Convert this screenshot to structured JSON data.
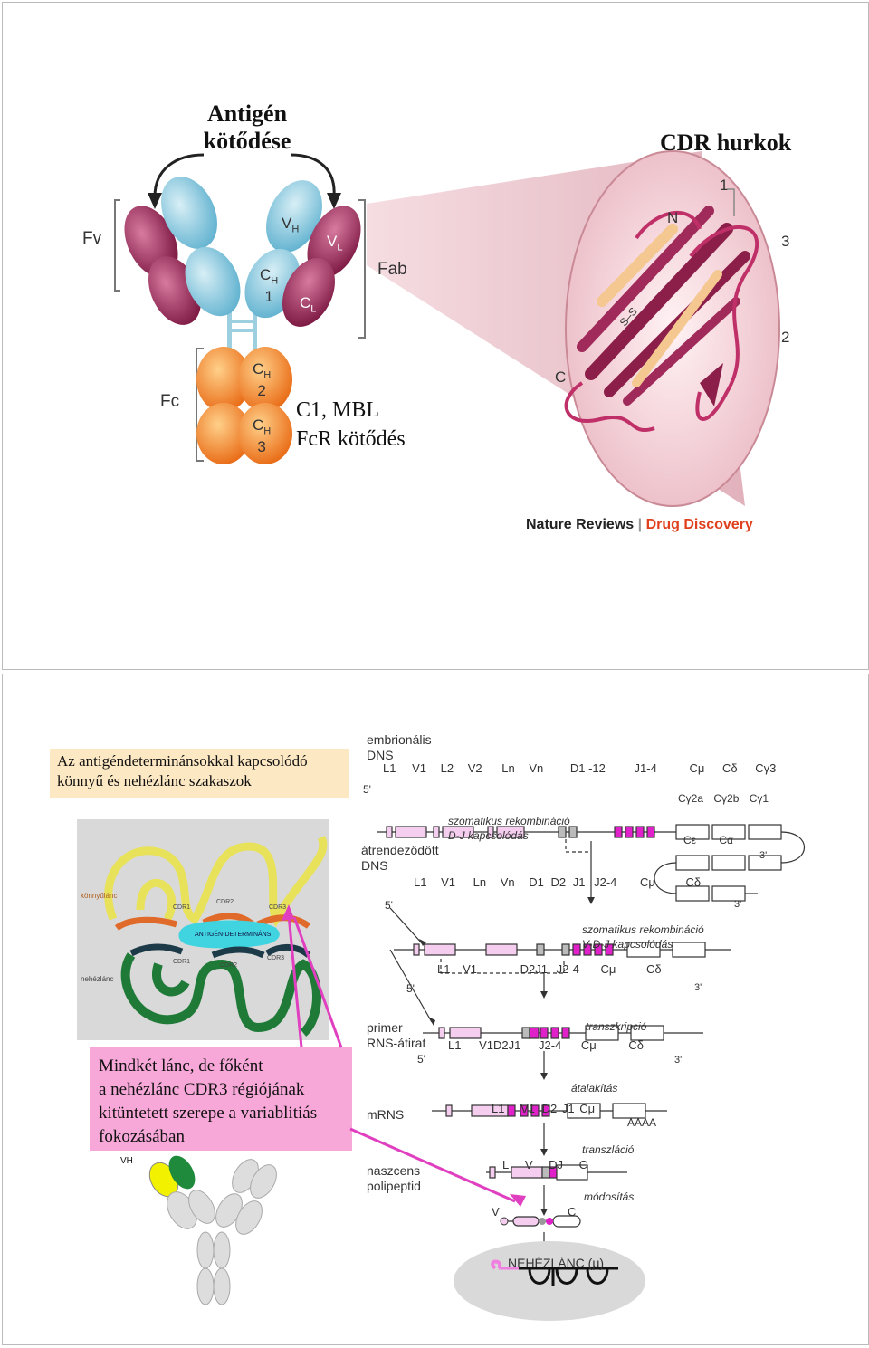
{
  "slide1": {
    "antigen_label_line1": "Antigén",
    "antigen_label_line2": "kötődése",
    "cdr_title": "CDR hurkok",
    "fv_label": "Fv",
    "fab_label": "Fab",
    "fc_label": "Fc",
    "vh": "V",
    "vh_sub": "H",
    "vl": "V",
    "vl_sub": "L",
    "ch1": "C",
    "ch1_sub": "H",
    "ch1_num": "1",
    "cl": "C",
    "cl_sub": "L",
    "ch2": "C",
    "ch2_sub": "H",
    "ch2_num": "2",
    "ch3": "C",
    "ch3_sub": "H",
    "ch3_num": "3",
    "binding_line1": "C1, MBL",
    "binding_line2": "FcR kötődés",
    "loop_1": "1",
    "loop_2": "2",
    "loop_3": "3",
    "n_term": "N",
    "c_term": "C",
    "ss": "S–S",
    "credit_a": "Nature Reviews",
    "credit_sep": "|",
    "credit_b": "Drug Discovery",
    "colors": {
      "variable_heavy": "#8ec8dc",
      "variable_light": "#8c1f4a",
      "fc": "#f07a20",
      "credit_b": "#e0401e"
    }
  },
  "slide2": {
    "header_line1": "Az antigéndeterminánsokkal kapcsolódó",
    "header_line2": "könnyű és nehézlánc szakaszok",
    "note_line1": "Mindkét lánc, de főként",
    "note_line2": "a nehézlánc CDR3  régiójának",
    "note_line3": "kitüntetett szerepe a variablitiás",
    "note_line4": "fokozásában",
    "light_chain_label": "könnyűlánc",
    "heavy_chain_label": "nehézlánc",
    "cdr1_top": "CDR1",
    "cdr2_top": "CDR2",
    "cdr3_top": "CDR3",
    "cdr1_bottom": "CDR1",
    "cdr2_bottom": "CDR2",
    "cdr3_bottom": "CDR3",
    "antigen_determinant": "ANTIGÉN-DETERMINÁNS",
    "vh_small": "VH",
    "emb_line1": "embrionális",
    "emb_line2": "DNS",
    "row1_segments": [
      "L1",
      "V1",
      "L2",
      "V2",
      "Ln",
      "Vn",
      "D1 -12",
      "J1-4",
      "Cμ",
      "Cδ",
      "Cγ3"
    ],
    "row1b_segments": [
      "Cγ2a",
      "Cγ2b",
      "Cγ1"
    ],
    "row1c_segments": [
      "Cε",
      "Cα"
    ],
    "step1_line1": "szomatikus rekombináció",
    "step1_line2": "D-J kapcsolódás",
    "rearr_line1": "átrendeződött",
    "rearr_line2": "DNS",
    "row2_segments": [
      "L1",
      "V1",
      "Ln",
      "Vn",
      "D1",
      "D2",
      "J1",
      "J2-4",
      "Cμ",
      "Cδ"
    ],
    "step2_line1": "szomatikus rekombináció",
    "step2_line2": "V-D-J kapcsolódás",
    "row3_segments": [
      "L1",
      "V1",
      "D2J1",
      "J2-4",
      "Cμ",
      "Cδ"
    ],
    "prim_line1": "primer",
    "prim_line2": "RNS-átirat",
    "transcription": "transzkripció",
    "row4_segments": [
      "L1",
      "V1D2J1",
      "J2-4",
      "Cμ",
      "Cδ"
    ],
    "processing": "átalakítás",
    "mrna": "mRNS",
    "row5_segments": [
      "L1",
      "V1",
      "D2",
      "J1",
      "Cμ"
    ],
    "poly_a": "AAAA",
    "translation": "transzláció",
    "nascent_line1": "naszcens",
    "nascent_line2": "polipeptid",
    "row6_segments": [
      "L",
      "V",
      "DJ",
      "C"
    ],
    "modification": "módosítás",
    "final_v": "V",
    "final_c": "C",
    "heavy_chain_final": "NEHÉZLÁNC (μ)",
    "five_prime": "5'",
    "three_prime": "3'",
    "colors": {
      "light_chain": "#e8e25a",
      "heavy_chain": "#1f7a38",
      "cdr": "#e06a2a",
      "antigen": "#3fd4e0",
      "note_bg": "#f7a8d8",
      "header_bg": "#fde8c4",
      "segment_v": "#f4cdef",
      "segment_j": "#e020c8",
      "arrow": "#e040c0"
    }
  }
}
